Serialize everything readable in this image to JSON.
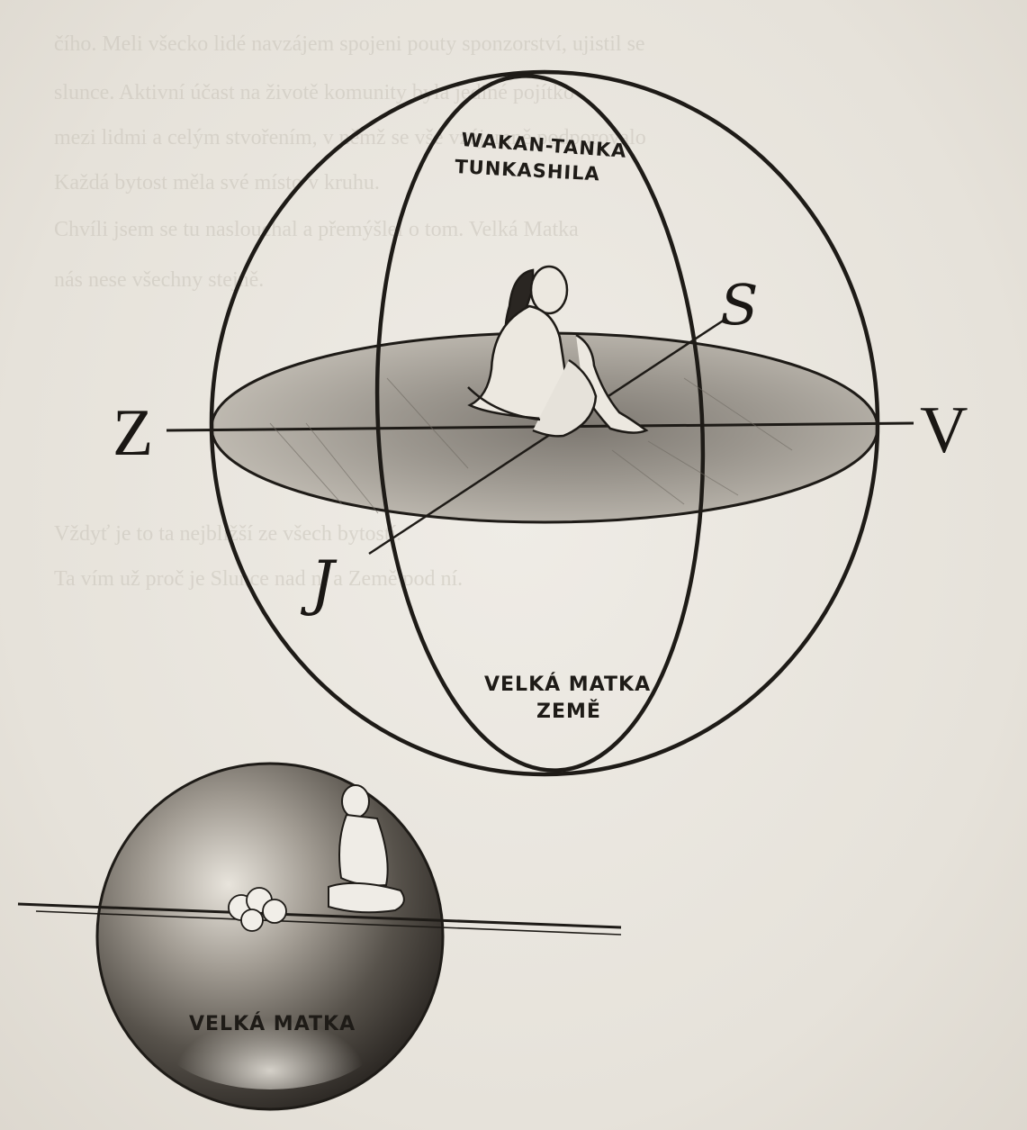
{
  "upper_figure": {
    "sky_label_line1": "WAKAN-TANKA",
    "sky_label_line2": "TUNKASHILA",
    "earth_label_line1": "VELKÁ MATKA",
    "earth_label_line2": "ZEMĚ",
    "direction_west": "Z",
    "direction_east": "V",
    "direction_north": "S",
    "direction_south": "J"
  },
  "lower_figure": {
    "sphere_label": "VELKÁ MATKA"
  },
  "background_text": {
    "line_1": "čího. Meli všecko lidé navzájem spojeni pouty sponzorství, ujistil se",
    "line_2": "slunce. Aktivní účast na životě komunity byla jediné pojítko",
    "line_3": "mezi lidmi a celým stvořením, v němž se vše vzájemně podporovalo",
    "line_4": "Každá bytost měla své místo v kruhu.",
    "line_5": "Chvíli jsem se tu naslouchal a přemýšlel o tom. Velká Matka",
    "line_6": "nás nese všechny stejně.",
    "line_7": "Vždyť je to ta nejbližší ze všech bytostí.",
    "line_8": "Ta vím už proč je Slunce nad ní a Země pod ní."
  },
  "colors": {
    "ink": "#1e1b17",
    "paper": "#e9e6df",
    "shading": "#8f8a82"
  }
}
